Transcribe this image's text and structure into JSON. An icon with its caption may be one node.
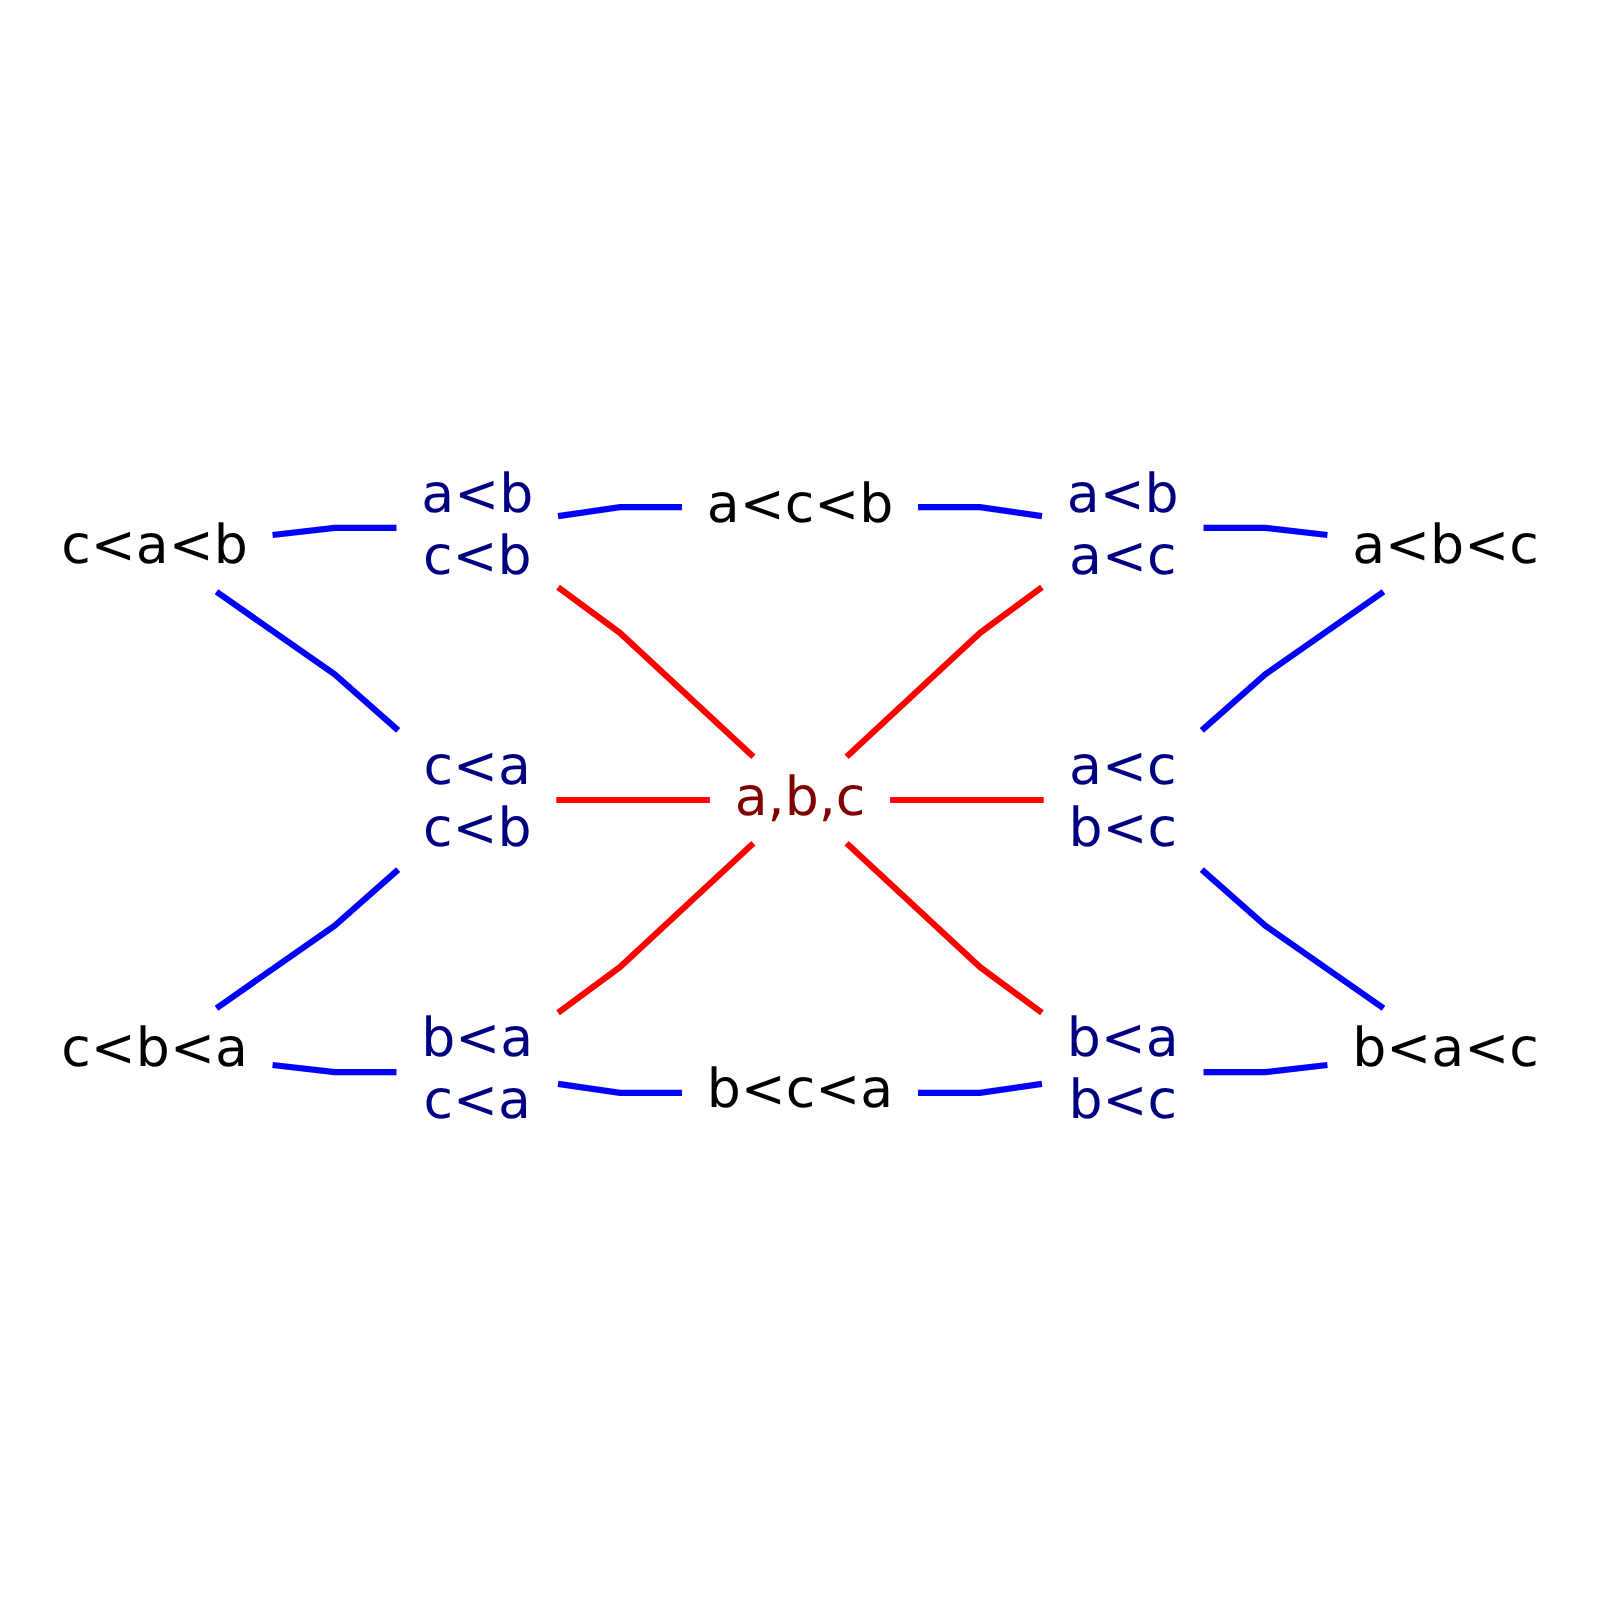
{
  "diagram": {
    "nodes": [
      {
        "text": [
          "a<c<b"
        ]
      },
      {
        "text": [
          "c<a<b"
        ]
      },
      {
        "text": [
          "a<b",
          "c<b"
        ]
      },
      {
        "text": [
          "a<b",
          "a<c"
        ]
      },
      {
        "text": [
          "a<b<c"
        ]
      },
      {
        "text": [
          "c<a",
          "c<b"
        ]
      },
      {
        "text": [
          "a,b,c"
        ]
      },
      {
        "text": [
          "a<c",
          "b<c"
        ]
      },
      {
        "text": [
          "c<b<a"
        ]
      },
      {
        "text": [
          "b<a",
          "c<a"
        ]
      },
      {
        "text": [
          "b<a",
          "b<c"
        ]
      },
      {
        "text": [
          "b<a<c"
        ]
      },
      {
        "text": [
          "b<c<a"
        ]
      }
    ],
    "edges": [
      {
        "from": 2,
        "to": 0,
        "arrow": "none"
      },
      {
        "from": 0,
        "to": 3,
        "arrow": "none"
      },
      {
        "from": 1,
        "to": 2,
        "arrow": "none"
      },
      {
        "from": 3,
        "to": 4,
        "arrow": "none"
      },
      {
        "from": 1,
        "to": 5,
        "arrow": "none"
      },
      {
        "from": 2,
        "to": 6,
        "arrow": "none",
        "color": "#ff0000"
      },
      {
        "from": 6,
        "to": 3,
        "arrow": "none",
        "color": "#ff0000"
      },
      {
        "from": 7,
        "to": 4,
        "arrow": "none"
      },
      {
        "from": 5,
        "to": 6,
        "arrow": "none",
        "color": "#ff0000"
      },
      {
        "from": 6,
        "to": 7,
        "arrow": "none",
        "color": "#ff0000"
      },
      {
        "from": 8,
        "to": 5,
        "arrow": "none"
      },
      {
        "from": 9,
        "to": 6,
        "arrow": "none",
        "color": "#ff0000"
      },
      {
        "from": 6,
        "to": 10,
        "arrow": "none",
        "color": "#ff0000"
      },
      {
        "from": 7,
        "to": 11,
        "arrow": "none"
      },
      {
        "from": 8,
        "to": 9,
        "arrow": "none"
      },
      {
        "from": 10,
        "to": 11,
        "arrow": "none"
      },
      {
        "from": 9,
        "to": 12,
        "arrow": "none"
      },
      {
        "from": 12,
        "to": 10,
        "arrow": "none"
      }
    ]
  }
}
